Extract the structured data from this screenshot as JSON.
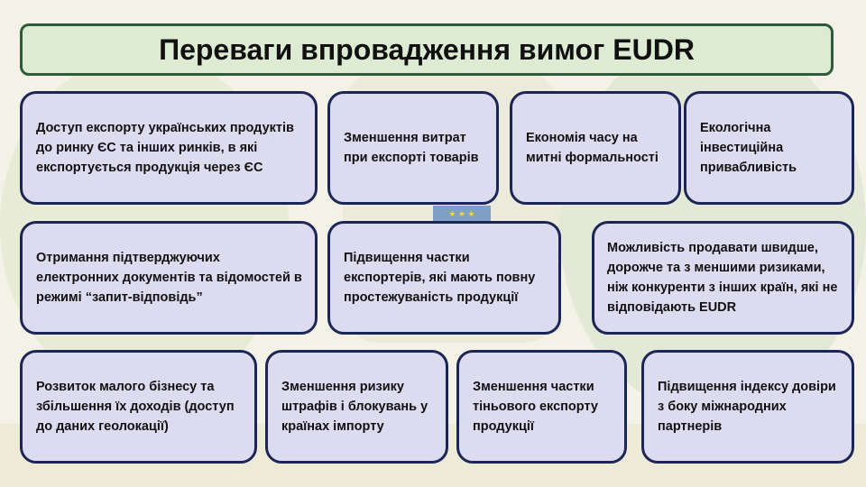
{
  "title": "Переваги впровадження вимог EUDR",
  "eu_flag_stars": "★ ★ ★",
  "boxes": [
    "Доступ експорту українських продуктів до ринку ЄС та інших ринків, в які експортується продукція через ЄС",
    "Зменшення витрат при експорті товарів",
    "Економія часу на митні формальності",
    "Екологічна інвестиційна привабливість",
    "Отримання підтверджуючих електронних документів та відомостей в режимі “запит-відповідь”",
    "Підвищення частки експортерів, які мають повну простежуваність продукції",
    "Можливість продавати швидше, дорожче та з меншими ризиками, ніж конкуренти з інших країн, які не відповідають EUDR",
    "Розвиток малого бізнесу та збільшення їх доходів (доступ до даних геолокації)",
    "Зменшення ризику штрафів і блокувань у країнах імпорту",
    "Зменшення частки тіньового експорту продукції",
    "Підвищення індексу довіри з боку міжнародних партнерів"
  ]
}
